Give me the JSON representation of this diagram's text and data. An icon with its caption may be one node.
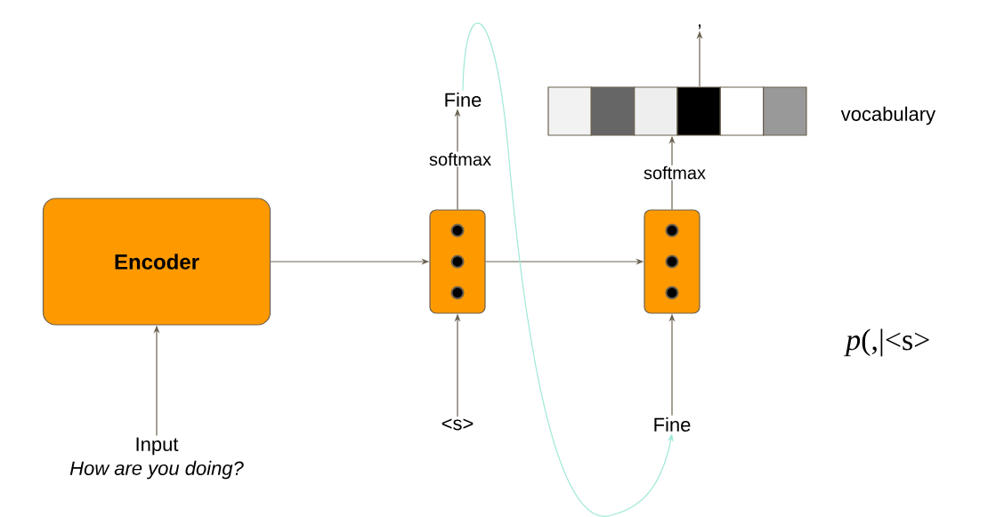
{
  "diagram": {
    "nodes": [
      {
        "text": [
          "Encoder"
        ]
      },
      {
        "text": [],
        "shape": "box"
      },
      {
        "text": [],
        "shape": "box"
      },
      {
        "text": [
          "Input",
          "How are you doing?"
        ]
      },
      {
        "text": [
          "<s>"
        ]
      },
      {
        "text": [
          "Fine"
        ]
      },
      {
        "text": [
          "Fine"
        ]
      },
      {
        "text": [],
        "shape": "bar",
        "beside": [
          "vocabulary"
        ]
      },
      {
        "text": [
          ","
        ]
      }
    ],
    "edges": [
      {
        "from": 3,
        "to": 0,
        "arrow": "to"
      },
      {
        "from": 0,
        "to": 1,
        "arrow": "to"
      },
      {
        "from": 1,
        "to": 2,
        "arrow": "to"
      },
      {
        "from": 4,
        "to": 1,
        "arrow": "to"
      },
      {
        "from": 6,
        "to": 2,
        "arrow": "to"
      },
      {
        "from": 1,
        "to": 5,
        "arrow": "to",
        "label": "softmax"
      },
      {
        "from": 2,
        "to": 7,
        "arrow": "to",
        "label": "softmax"
      },
      {
        "from": 7,
        "to": 8,
        "arrow": "to"
      },
      {
        "from": 5,
        "to": 6,
        "arrow": "to",
        "color": "#a0e8d8"
      }
    ],
    "labels": [
      "*p*(,|<s>"
    ]
  }
}
